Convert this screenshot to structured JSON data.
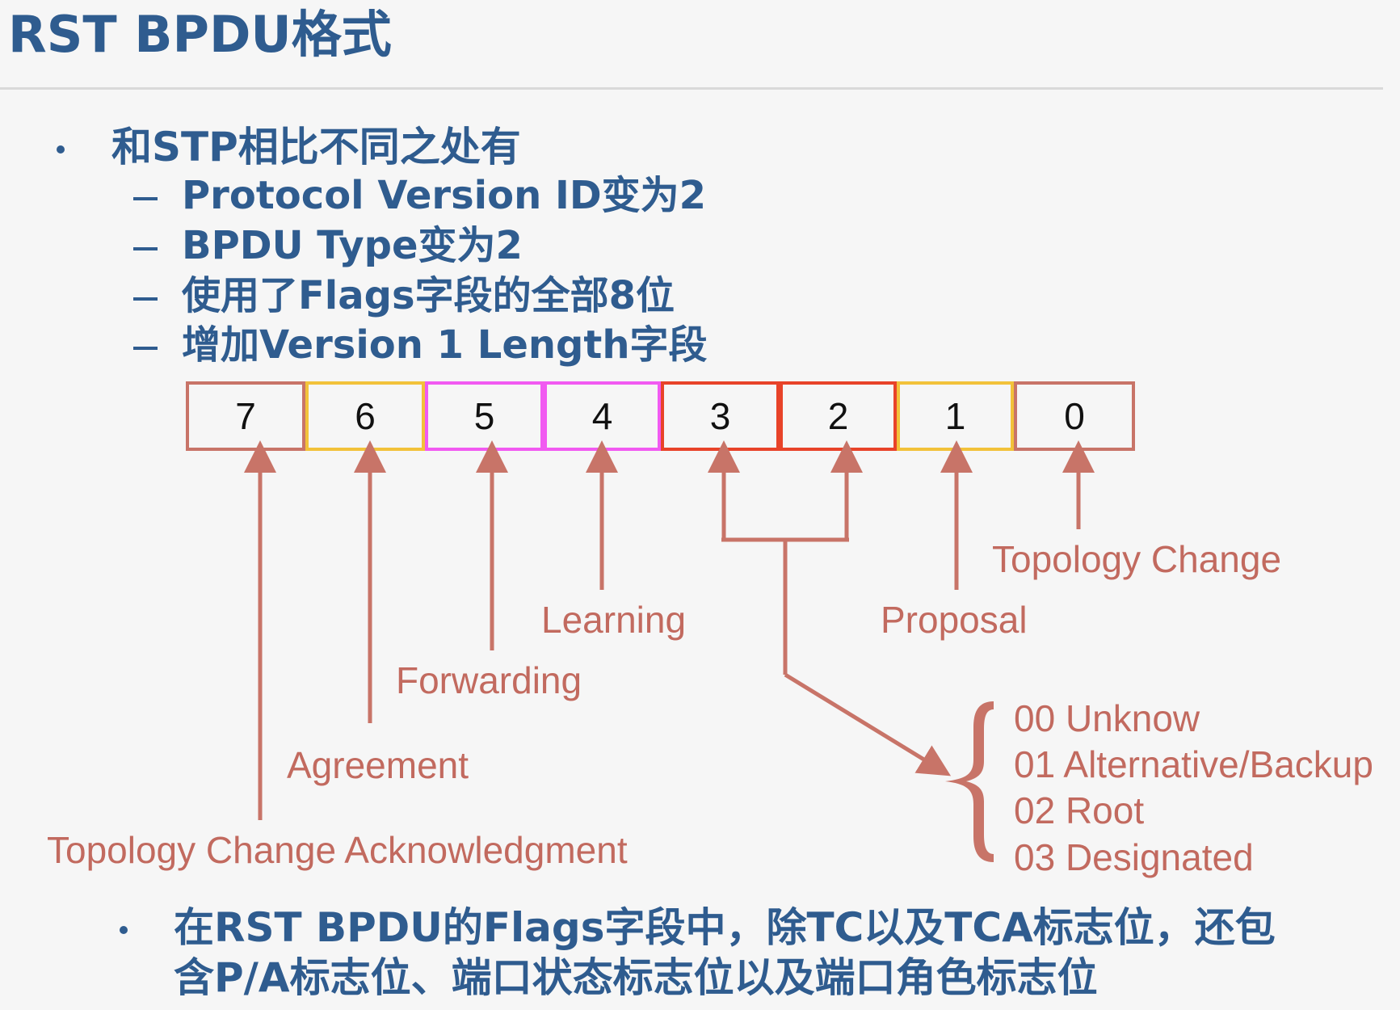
{
  "title": "RST BPDU格式",
  "intro": {
    "heading": "和STP相比不同之处有",
    "items": [
      "Protocol Version ID变为2",
      "BPDU Type变为2",
      "使用了Flags字段的全部8位",
      "增加Version 1 Length字段"
    ]
  },
  "flags": {
    "bits": [
      "7",
      "6",
      "5",
      "4",
      "3",
      "2",
      "1",
      "0"
    ],
    "colors": [
      "#c87468",
      "#f2c23a",
      "#f15af1",
      "#f15af1",
      "#e84329",
      "#e84329",
      "#f2c23a",
      "#c87468"
    ],
    "labels": {
      "tca": "Topology Change Acknowledgment",
      "agreement": "Agreement",
      "forwarding": "Forwarding",
      "learning": "Learning",
      "proposal": "Proposal",
      "tc": "Topology Change"
    },
    "roles": [
      "00 Unknow",
      "01 Alternative/Backup",
      "02 Root",
      "03 Designated"
    ],
    "line_color": "#c87468"
  },
  "summary": {
    "line1": "在RST BPDU的Flags字段中，除TC以及TCA标志位，还包",
    "line2": "含P/A标志位、端口状态标志位以及端口角色标志位"
  }
}
